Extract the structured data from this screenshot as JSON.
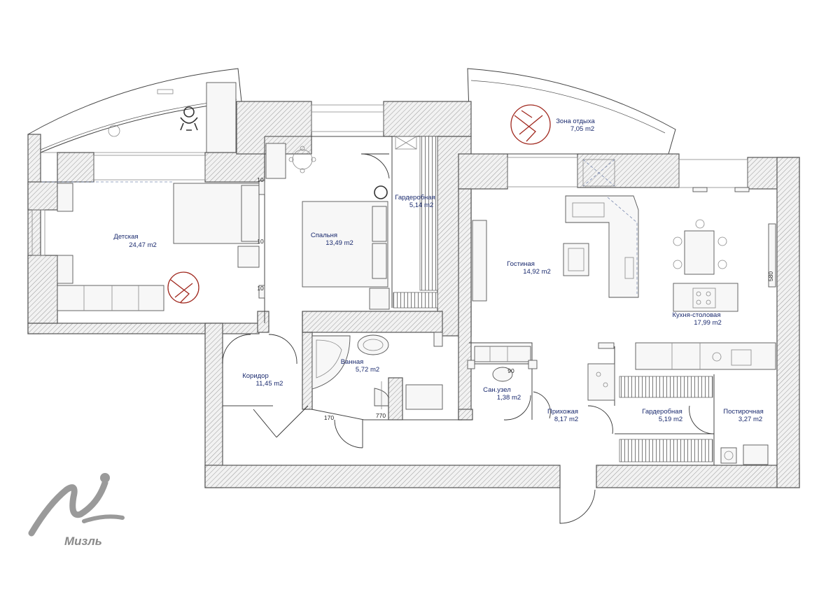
{
  "rooms": [
    {
      "id": "detskaya",
      "name": "Детская",
      "area": "24,47 m2"
    },
    {
      "id": "spalnya",
      "name": "Спальня",
      "area": "13,49 m2"
    },
    {
      "id": "garderob1",
      "name": "Гардеробная",
      "area": "5,14 m2"
    },
    {
      "id": "zona",
      "name": "Зона отдыха",
      "area": "7,05 m2"
    },
    {
      "id": "gostinaya",
      "name": "Гостиная",
      "area": "14,92 m2"
    },
    {
      "id": "kuhnya",
      "name": "Кухня-столовая",
      "area": "17,99 m2"
    },
    {
      "id": "koridor",
      "name": "Коридор",
      "area": "11,45 m2"
    },
    {
      "id": "vannaya",
      "name": "Ванная",
      "area": "5,72 m2"
    },
    {
      "id": "sanuzel",
      "name": "Сан.узел",
      "area": "1,38 m2"
    },
    {
      "id": "prihozhaya",
      "name": "Прихожая",
      "area": "8,17 m2"
    },
    {
      "id": "garderob2",
      "name": "Гардеробная",
      "area": "5,19 m2"
    },
    {
      "id": "postirochnaya",
      "name": "Постирочная",
      "area": "3,27 m2"
    }
  ],
  "dimensions": [
    "10",
    "10",
    "10",
    "90",
    "170",
    "770",
    "580"
  ],
  "logo": {
    "text": "Мизль"
  },
  "colors": {
    "wall_stroke": "#555555",
    "hatch": "#9a9a9a",
    "label": "#1a2a6e",
    "armchair": "#a0281e",
    "logo": "#8a8a8a"
  }
}
